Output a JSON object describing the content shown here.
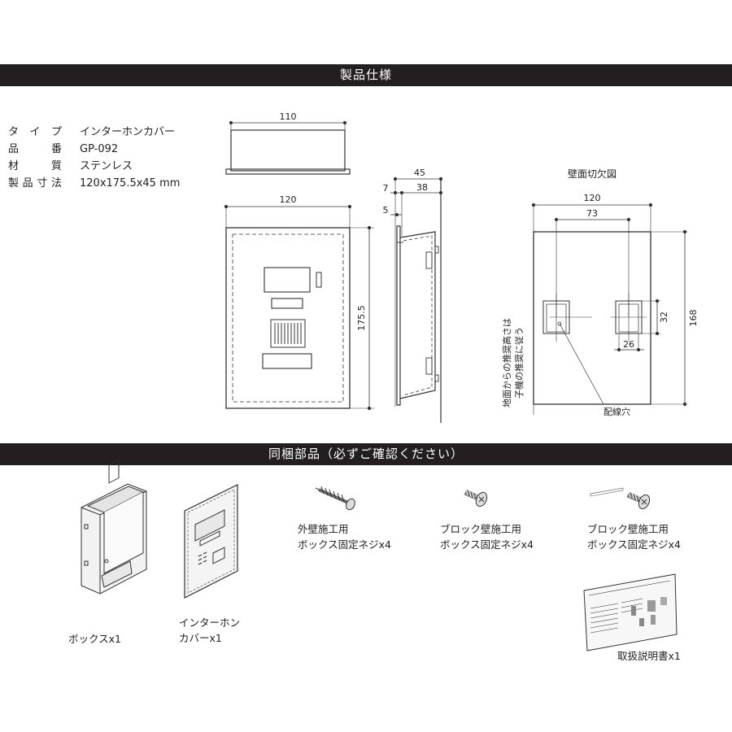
{
  "sections": {
    "spec_title": "製品仕様",
    "parts_title": "同梱部品（必ずご確認ください）"
  },
  "spec": [
    {
      "label": [
        "タ",
        "イ",
        "プ"
      ],
      "value": "インターホンカバー"
    },
    {
      "label": [
        "品",
        "番"
      ],
      "value": "GP-092"
    },
    {
      "label": [
        "材",
        "質"
      ],
      "value": "ステンレス"
    },
    {
      "label": [
        "製",
        "品",
        "寸",
        "法"
      ],
      "value": "120x175.5x45 mm"
    }
  ],
  "dims": {
    "top_width": "110",
    "front_width": "120",
    "front_height": "175.5",
    "side_depth": "45",
    "side_7": "7",
    "side_38": "38",
    "side_5": "5",
    "cut_title": "壁面切欠図",
    "cut_width": "120",
    "cut_73": "73",
    "cut_32": "32",
    "cut_168": "168",
    "cut_26": "26",
    "recommend_line1": "地面からの推奨高さは",
    "recommend_line2": "子機の推奨に従う",
    "wiring_hole": "配線穴"
  },
  "parts": {
    "box_label": "ボックスx1",
    "cover_label_1": "インターホン",
    "cover_label_2": "カバーx1",
    "screw1_line1": "外壁施工用",
    "screw1_line2": "ボックス固定ネジx4",
    "screw2_line1": "ブロック壁施工用",
    "screw2_line2": "ボックス固定ネジx4",
    "screw3_line1": "ブロック壁施工用",
    "screw3_line2": "ボックス固定ネジx4",
    "manual_label": "取扱説明書x1"
  }
}
